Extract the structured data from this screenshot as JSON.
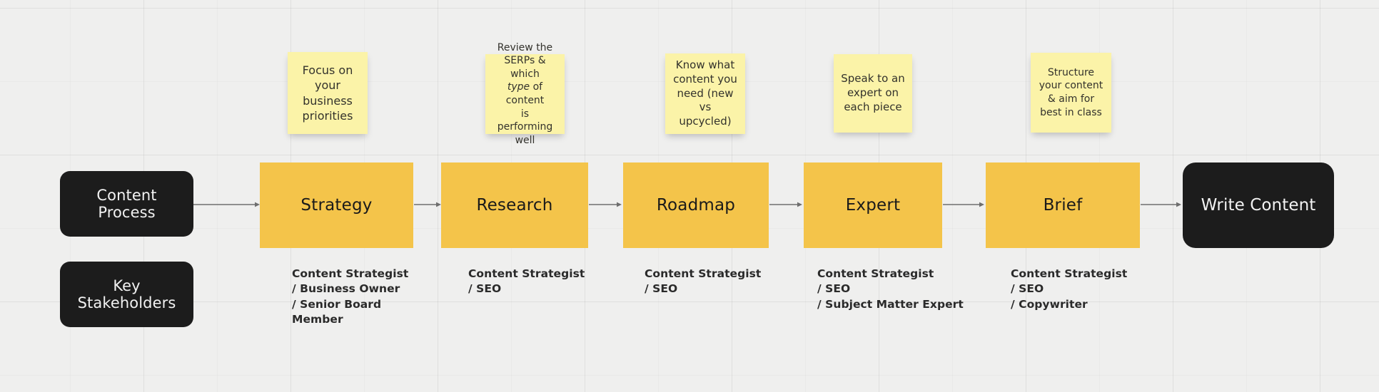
{
  "board": {
    "background_color": "#EFEFEE",
    "grid_color": "#E3E3E2",
    "accent_yellow": "#F4C44A",
    "node_dark": "#1C1C1C",
    "sticky_yellow": "#FBF3A8",
    "arrow_color": "#6E6E6E"
  },
  "labels": {
    "content_process": "Content Process",
    "key_stakeholders": "Key Stakeholders",
    "write_content": "Write Content"
  },
  "stages": [
    {
      "id": "strategy",
      "title": "Strategy",
      "note": "Focus on your business priorities",
      "note_html": "Focus on<br>your<br>business<br>priorities",
      "roles": "Content Strategist\n/ Business Owner\n/ Senior Board\nMember"
    },
    {
      "id": "research",
      "title": "Research",
      "note": "Review the SERPs & which type of content is performing well",
      "note_html": "Review the<br>SERPs &amp; which<br><em>type</em> of content<br>is performing<br>well",
      "roles": "Content Strategist\n/ SEO"
    },
    {
      "id": "roadmap",
      "title": "Roadmap",
      "note": "Know what content you need (new vs upcycled)",
      "note_html": "Know what<br>content you<br>need (new<br>vs upcycled)",
      "roles": "Content Strategist\n/ SEO"
    },
    {
      "id": "expert",
      "title": "Expert",
      "note": "Speak to an expert on each piece",
      "note_html": "Speak to an<br>expert on<br>each piece",
      "roles": "Content Strategist\n/ SEO\n/ Subject Matter Expert"
    },
    {
      "id": "brief",
      "title": "Brief",
      "note": "Structure your content & aim for best in class",
      "note_html": "Structure<br>your content<br>&amp; aim for<br>best in class",
      "roles": "Content Strategist\n/ SEO\n/ Copywriter"
    }
  ]
}
